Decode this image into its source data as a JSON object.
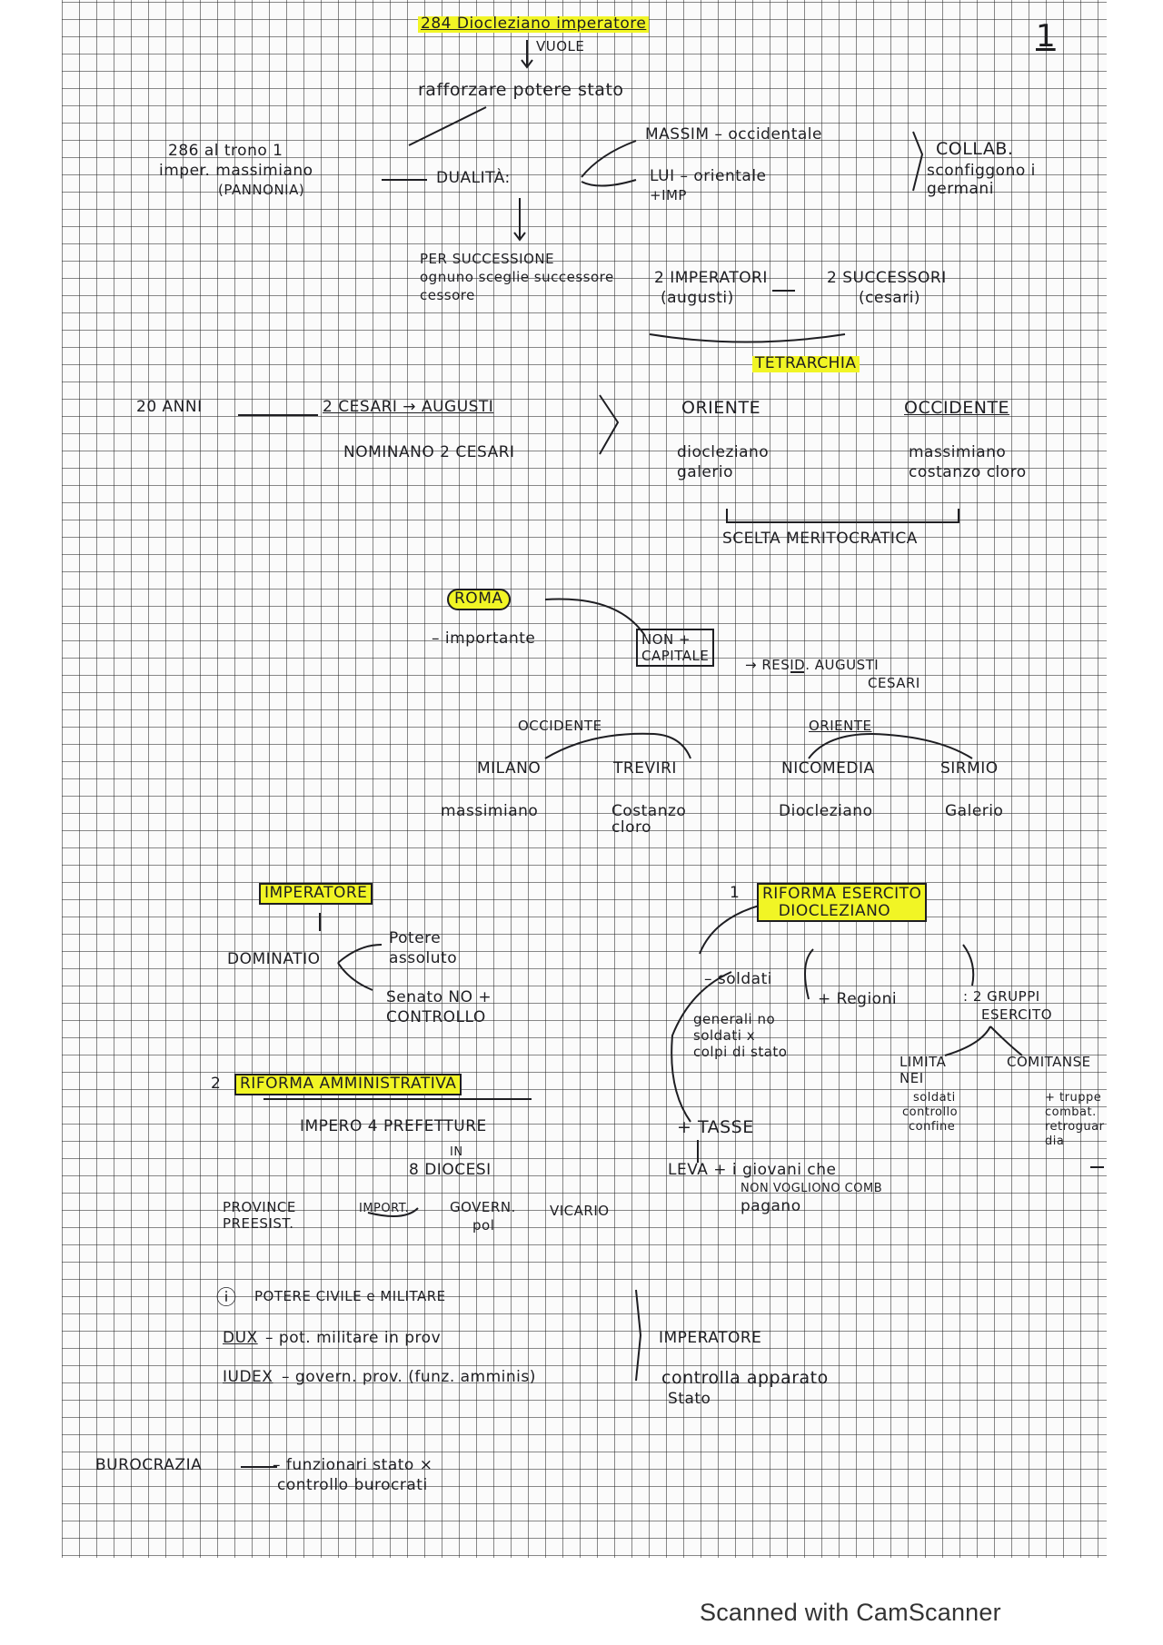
{
  "page": {
    "number": "1",
    "footer": "Scanned with CamScanner"
  },
  "section1": {
    "title": "284 Diocleziano imperatore",
    "vuole": "VUOLE",
    "rafforzare": "rafforzare potere stato",
    "year286": "286 al trono 1",
    "imper": "imper. massimiano",
    "pannonia": "(PANNONIA)",
    "dualita": "DUALITÀ:",
    "massim": "MASSIM – occidentale",
    "lui": "LUI – orientale",
    "imp": "+IMP",
    "collab": "COLLAB.",
    "sconfiggono": "sconfiggono i",
    "germani": "germani",
    "per_successione": "PER SUCCESSIONE",
    "ognuno": "ognuno sceglie successore",
    "cessore": "cessore",
    "due_imperatori": "2 IMPERATORI",
    "augusti": "(augusti)",
    "due_successori": "2 SUCCESSORI",
    "cesari": "(cesari)",
    "tetrarchia": "TETRARCHIA"
  },
  "section2": {
    "venti_anni": "20 ANNI",
    "cesari_augusti": "2 CESARI → AUGUSTI",
    "nominano": "NOMINANO 2 CESARI",
    "oriente": "ORIENTE",
    "occidente": "OCCIDENTE",
    "oriente_names": [
      "diocleziano",
      "galerio"
    ],
    "occidente_names": [
      "massimiano",
      "costanzo cloro"
    ],
    "scelta": "SCELTA MERITOCRATICA"
  },
  "section3": {
    "roma": "ROMA",
    "importante": "– importante",
    "non_capitale_1": "NON +",
    "non_capitale_2": "CAPITALE",
    "resid": "→ RESID. AUGUSTI",
    "resid_cesari": "CESARI",
    "occidente": "OCCIDENTE",
    "oriente": "ORIENTE",
    "cities": [
      {
        "city": "MILANO",
        "ruler": "massimiano"
      },
      {
        "city": "TREVIRI",
        "ruler": "Costanzo cloro"
      },
      {
        "city": "NICOMEDIA",
        "ruler": "Diocleziano"
      },
      {
        "city": "SIRMIO",
        "ruler": "Galerio"
      }
    ]
  },
  "section4": {
    "imperatore": "IMPERATORE",
    "dominatio": "DOMINATIO",
    "potere": "Potere",
    "assoluto": "assoluto",
    "senato": "Senato NO +",
    "controllo": "CONTROLLO"
  },
  "section5": {
    "num": "1",
    "riforma_esercito_1": "RIFORMA ESERCITO",
    "riforma_esercito_2": "DIOCLEZIANO",
    "soldati": "– soldati",
    "regioni": "+ Regioni",
    "gruppi_1": ": 2 GRUPPI",
    "gruppi_2": "ESERCITO",
    "generali": "generali no",
    "soldati_x": "soldati x",
    "colpi": "colpi di stato",
    "limitanei_1": "LIMITA",
    "limitanei_2": "NEI",
    "comitanse": "COMITANSE",
    "lim_desc": [
      "soldati",
      "controllo",
      "confine"
    ],
    "com_desc": [
      "+ truppe",
      "combat.",
      "retroguar",
      "dia"
    ],
    "tasse": "+ TASSE",
    "leva": "LEVA + i giovani che",
    "non_vogliono": "NON VOGLIONO COMB",
    "pagano": "pagano"
  },
  "section6": {
    "num": "2",
    "riforma_amm": "RIFORMA AMMINISTRATIVA",
    "impero": "IMPERO 4 PREFETTURE",
    "in": "IN",
    "diocesi": "8 DIOCESI",
    "province": "PROVINCE",
    "preesist": "PREESIST.",
    "import": "IMPORT.",
    "govern": "GOVERN.",
    "pol": "pol",
    "vicario": "VICARIO",
    "potere_civile": "POTERE CIVILE e MILITARE",
    "dux": "DUX",
    "dux_desc": "– pot. militare in prov",
    "iudex": "IUDEX",
    "iudex_desc": "– govern. prov. (funz. amminis)",
    "imperatore": "IMPERATORE",
    "controlla": "controlla apparato",
    "stato": "Stato",
    "burocrazia": "BUROCRAZIA",
    "funzionari": "– funzionari stato ×",
    "controllo_burocrati": "controllo burocrati"
  }
}
